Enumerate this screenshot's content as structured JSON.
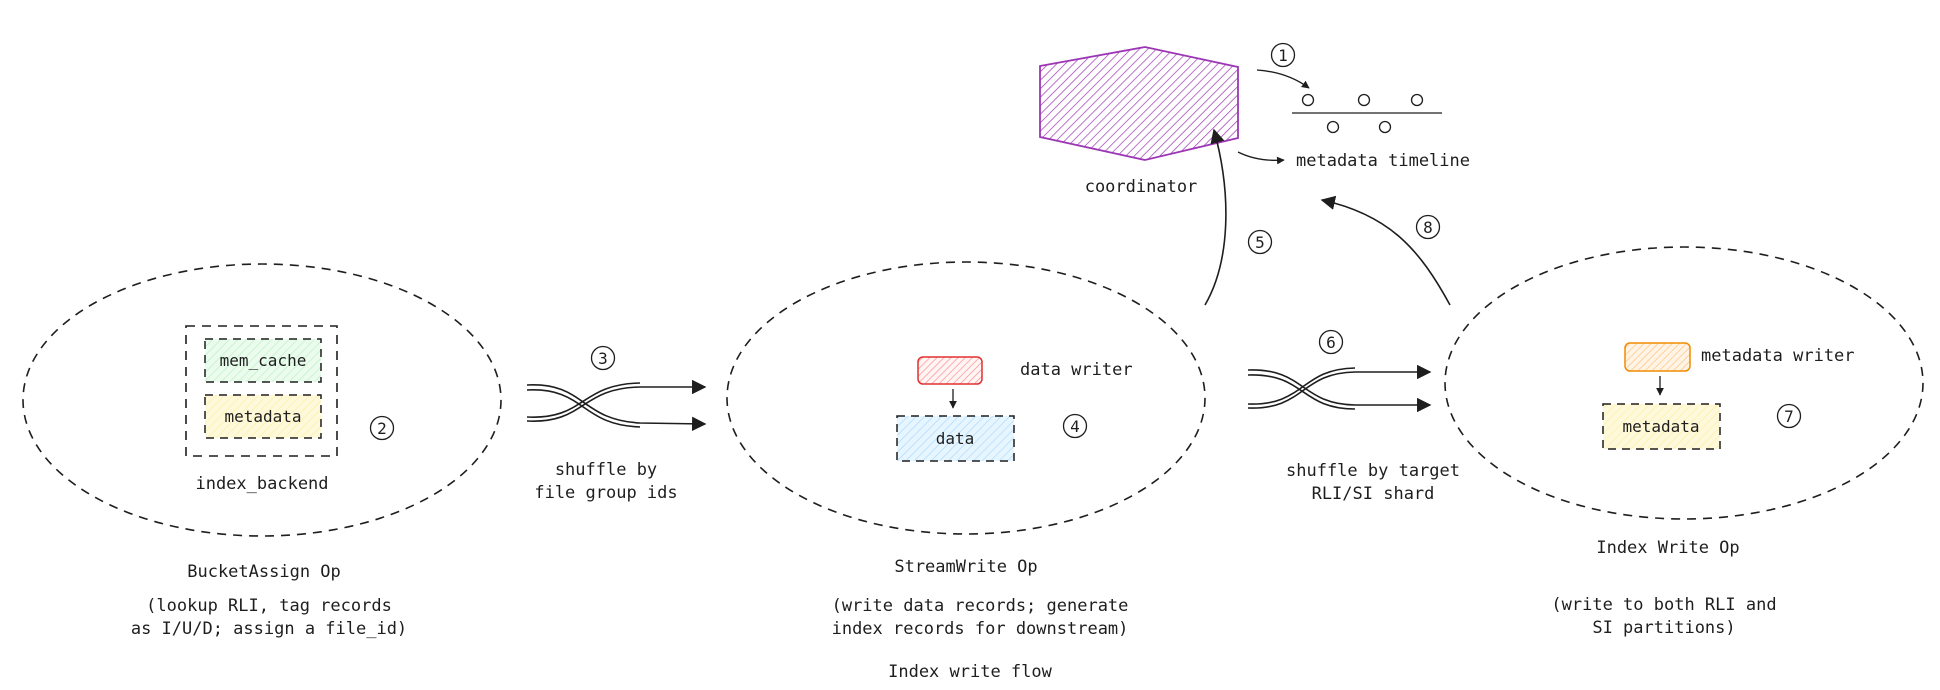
{
  "title": "Index write flow",
  "coordinator": {
    "label": "coordinator",
    "color": "#9c36b5"
  },
  "timeline": {
    "label": "metadata timeline"
  },
  "operators": [
    {
      "name": "BucketAssign Op",
      "desc": [
        "(lookup RLI, tag records",
        "as I/U/D; assign a file_id)"
      ],
      "container_label": "index_backend",
      "boxes": [
        {
          "label": "mem_cache",
          "color": "#2f9e44"
        },
        {
          "label": "metadata",
          "color": "#f08c00"
        }
      ]
    },
    {
      "name": "StreamWrite Op",
      "desc": [
        "(write data records; generate",
        "index records for downstream)"
      ],
      "writer_label": "data writer",
      "writer_color": "#e03131",
      "box": {
        "label": "data",
        "color": "#1971c2"
      }
    },
    {
      "name": "Index Write Op",
      "desc": [
        "(write to both RLI and",
        "SI partitions)"
      ],
      "writer_label": "metadata writer",
      "writer_color": "#f08c00",
      "box": {
        "label": "metadata",
        "color": "#f08c00"
      }
    }
  ],
  "shuffles": [
    {
      "lines": [
        "shuffle by",
        "file group ids"
      ]
    },
    {
      "lines": [
        "shuffle by target",
        "RLI/SI shard"
      ]
    }
  ],
  "steps": [
    "1",
    "2",
    "3",
    "4",
    "5",
    "6",
    "7",
    "8"
  ]
}
